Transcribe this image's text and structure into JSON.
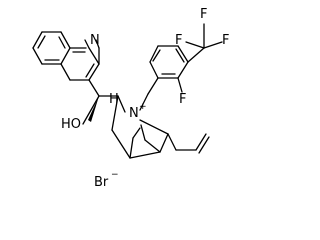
{
  "structure": {
    "labels": {
      "quinoline_n": "N",
      "hydroxyl": "HO",
      "stereo_h": "H",
      "ammonium_n": "N",
      "ammonium_charge": "+",
      "fluoro": "F",
      "cf3_f_top": "F",
      "cf3_f_left": "F",
      "cf3_f_right": "F",
      "bromide": "Br",
      "bromide_charge": "−"
    }
  }
}
